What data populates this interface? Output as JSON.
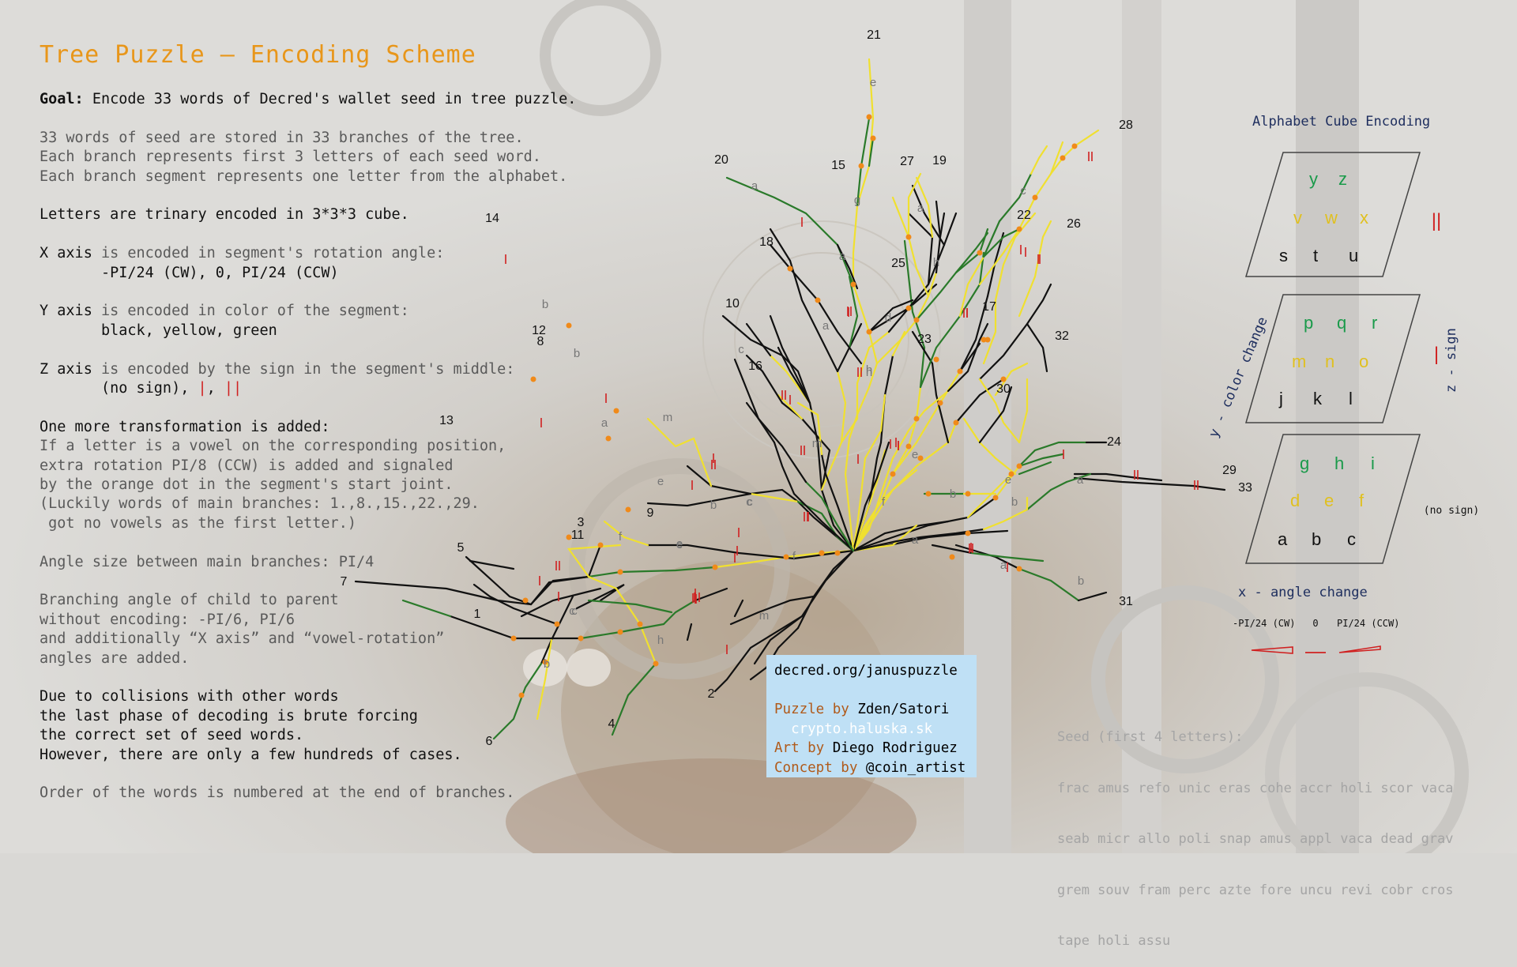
{
  "title": "Tree Puzzle – Encoding Scheme",
  "goal": {
    "label": "Goal:",
    "text": " Encode 33 words of Decred's wallet seed in tree puzzle."
  },
  "intro": [
    "33 words of seed are stored in 33 branches of the tree.",
    "Each branch represents first 3 letters of each seed word.",
    "Each branch segment represents one letter from the alphabet."
  ],
  "cube_note": "Letters are trinary encoded in 3*3*3 cube.",
  "x_axis": {
    "label": "X axis",
    "text": " is encoded in segment's rotation angle:",
    "values": "       -PI/24 (CW), 0, PI/24 (CCW)"
  },
  "y_axis": {
    "label": "Y axis",
    "text": " is encoded in color of the segment:",
    "values": "       black, yellow, green"
  },
  "z_axis": {
    "label": "Z axis",
    "text": " is encoded by the sign in the segment's middle:",
    "values_prefix": "       (no sign), ",
    "sign1": "|",
    "sep": ", ",
    "sign2": "||"
  },
  "transformation": {
    "heading": "One more transformation is added:",
    "lines": [
      "If a letter is a vowel on the corresponding position,",
      "extra rotation PI/8 (CCW) is added and signaled",
      "by the orange dot in the segment's start joint.",
      "(Luckily words of main branches: 1.,8.,15.,22.,29.",
      " got no vowels as the first letter.)"
    ]
  },
  "angle_size": "Angle size between main branches: PI/4",
  "branching": [
    "Branching angle of child to parent",
    "without encoding: -PI/6, PI/6",
    "and additionally “X axis” and “vowel-rotation”",
    "angles are added."
  ],
  "collisions": [
    "Due to collisions with other words",
    "the last phase of decoding is brute forcing",
    "the correct set of seed words.",
    "However, there are only a few hundreds of cases."
  ],
  "order_note": "Order of the words is numbered at the end of branches.",
  "links": {
    "url": "decred.org/januspuzzle",
    "puzzle_by": "Puzzle by",
    "puzzle_author": " Zden/Satori",
    "puzzle_site": "  crypto.haluska.sk",
    "art_by": "Art by",
    "art_author": " Diego Rodriguez",
    "concept_by": "Concept by",
    "concept_author": " @coin_artist"
  },
  "seed": {
    "heading": "Seed (first 4 letters):",
    "lines": [
      "frac amus refo unic eras cohe accr holi scor vaca",
      "seab micr allo poli snap amus appl vaca dead grav",
      "grem souv fram perc azte fore uncu revi cobr cros",
      "tape holi assu"
    ]
  },
  "cube_legend": {
    "title": "Alphabet Cube Encoding",
    "y_label": "y - color change",
    "z_label": "z - sign",
    "x_label": "x - angle change",
    "x_values": [
      "-PI/24 (CW)",
      "0",
      "PI/24 (CCW)"
    ],
    "z_signs": [
      "||",
      "|",
      "(no sign)"
    ],
    "layers": [
      {
        "green": [
          "y",
          "z"
        ],
        "yellow": [
          "v",
          "w",
          "x"
        ],
        "black": [
          "s",
          "t",
          "u"
        ]
      },
      {
        "green": [
          "p",
          "q",
          "r"
        ],
        "yellow": [
          "m",
          "n",
          "o"
        ],
        "black": [
          "j",
          "k",
          "l"
        ]
      },
      {
        "green": [
          "g",
          "h",
          "i"
        ],
        "yellow": [
          "d",
          "e",
          "f"
        ],
        "black": [
          "a",
          "b",
          "c"
        ]
      }
    ],
    "colors": {
      "black": "#111111",
      "yellow": "#e0c020",
      "green": "#1a9a4a",
      "sign": "#d02020",
      "label": "#1e2e5e"
    }
  },
  "branch_numbers": [
    "21",
    "28",
    "20",
    "15",
    "27",
    "19",
    "14",
    "18",
    "22",
    "26",
    "25",
    "17",
    "10",
    "12",
    "8",
    "23",
    "32",
    "16",
    "13",
    "30",
    "24",
    "9",
    "3",
    "11",
    "29",
    "33",
    "5",
    "7",
    "1",
    "4",
    "2",
    "6",
    "31"
  ],
  "segment_letters": [
    "e",
    "g",
    "a",
    "a",
    "h",
    "d",
    "c",
    "a",
    "h",
    "b",
    "b",
    "c",
    "a",
    "m",
    "m",
    "b",
    "e",
    "e",
    "f",
    "e",
    "f",
    "f",
    "a",
    "c",
    "c",
    "m",
    "h",
    "b",
    "b",
    "e",
    "b",
    "a",
    "a",
    "a",
    "h",
    "b",
    "e",
    "c",
    "c"
  ],
  "colors": {
    "title": "#e8961a",
    "segment_black": "#111111",
    "segment_yellow": "#f0e030",
    "segment_green": "#2a7a2a",
    "joint_orange": "#f08a1a",
    "links_box": "#bfe0f5"
  }
}
